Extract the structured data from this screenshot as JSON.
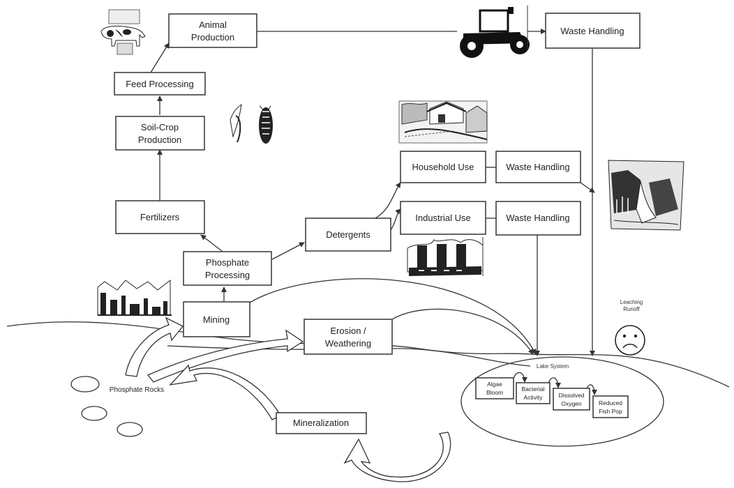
{
  "nodes": {
    "animal_production": [
      "Animal",
      "Production"
    ],
    "feed_processing": [
      "Feed Processing"
    ],
    "soil_crop_production": [
      "Soil-Crop",
      "Production"
    ],
    "fertilizers": [
      "Fertilizers"
    ],
    "phosphate_processing": [
      "Phosphate",
      "Processing"
    ],
    "mining": [
      "Mining"
    ],
    "detergents": [
      "Detergents"
    ],
    "erosion_weathering": [
      "Erosion /",
      "Weathering"
    ],
    "household_use": [
      "Household Use"
    ],
    "industrial_use": [
      "Industrial Use"
    ],
    "waste_handling_top": [
      "Waste Handling"
    ],
    "waste_handling_household": [
      "Waste Handling"
    ],
    "waste_handling_industrial": [
      "Waste Handling"
    ],
    "mineralization": [
      "Mineralization"
    ],
    "phosphate_rocks": [
      "Phosphate Rocks"
    ],
    "lake_system": [
      "Lake System"
    ],
    "algae_bloom": [
      "Algae",
      "Bloom"
    ],
    "bacterial_activity": [
      "Bacterial",
      "Activity"
    ],
    "dissolved_oxygen": [
      "Dissolved",
      "Oxygen"
    ],
    "reduced_fish_pop": [
      "Reduced",
      "Fish Pop"
    ],
    "leaching_runoff": [
      "Leaching",
      "Runoff"
    ]
  },
  "icons": [
    "cows-icon",
    "tractor-icon",
    "corn-icon",
    "houses-icon",
    "waterfall-icon",
    "factory-icon",
    "factory-skyline-icon",
    "sad-face-icon"
  ],
  "colors": {
    "stroke": "#333333",
    "fill": "#ffffff"
  }
}
